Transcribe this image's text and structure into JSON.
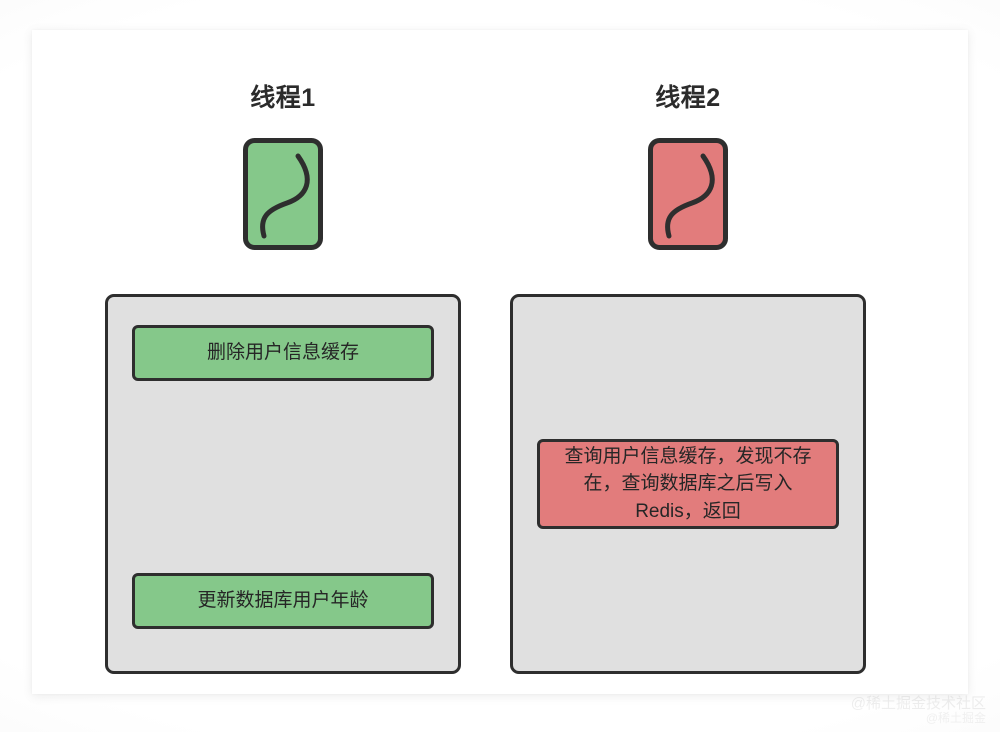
{
  "diagram": {
    "type": "concurrency-race-condition",
    "columns": [
      {
        "id": "thread-1",
        "title": "线程1",
        "icon": "thread-icon",
        "icon_color": "#85c88a",
        "panel_color": "#e0e0e0",
        "steps": [
          {
            "id": "delete-cache",
            "label": "删除用户信息缓存",
            "color": "#85c88a"
          },
          {
            "id": "update-db",
            "label": "更新数据库用户年龄",
            "color": "#85c88a"
          }
        ]
      },
      {
        "id": "thread-2",
        "title": "线程2",
        "icon": "thread-icon",
        "icon_color": "#e27c7c",
        "panel_color": "#e0e0e0",
        "steps": [
          {
            "id": "query-cache-miss",
            "label": "查询用户信息缓存，发现不存在，查询数据库之后写入 Redis，返回",
            "color": "#e27c7c"
          }
        ]
      }
    ]
  },
  "watermark": {
    "main": "@稀土掘金技术社区",
    "sub": "@稀土掘金"
  },
  "colors": {
    "green": "#85c88a",
    "red": "#e27c7c",
    "panel_gray": "#e0e0e0",
    "stroke": "#2e2e2e",
    "card": "#ffffff",
    "text": "#262626"
  }
}
